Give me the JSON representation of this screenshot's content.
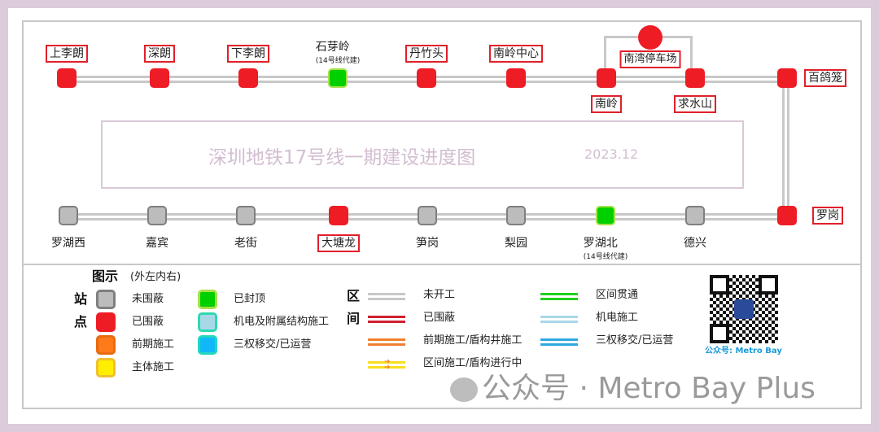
{
  "title": "深圳地铁17号线一期建设进度图",
  "date": "2023.12",
  "top_stations": [
    {
      "name": "上李朗",
      "status": "red",
      "boxed": true,
      "pos": "above"
    },
    {
      "name": "深朗",
      "status": "red",
      "boxed": true,
      "pos": "above"
    },
    {
      "name": "下李朗",
      "status": "red",
      "boxed": true,
      "pos": "above"
    },
    {
      "name": "石芽岭",
      "status": "green",
      "boxed": false,
      "pos": "above",
      "note": "(14号线代建)"
    },
    {
      "name": "丹竹头",
      "status": "red",
      "boxed": true,
      "pos": "above"
    },
    {
      "name": "南岭中心",
      "status": "red",
      "boxed": true,
      "pos": "above"
    },
    {
      "name": "南岭",
      "status": "red",
      "boxed": true,
      "pos": "below"
    },
    {
      "name": "求水山",
      "status": "red",
      "boxed": true,
      "pos": "below"
    },
    {
      "name": "百鸽笼",
      "status": "red",
      "boxed": true,
      "pos": "right"
    }
  ],
  "bottom_stations": [
    {
      "name": "罗湖西",
      "status": "grey",
      "boxed": false
    },
    {
      "name": "嘉宾",
      "status": "grey",
      "boxed": false
    },
    {
      "name": "老街",
      "status": "grey",
      "boxed": false
    },
    {
      "name": "大塘龙",
      "status": "red",
      "boxed": true
    },
    {
      "name": "笋岗",
      "status": "grey",
      "boxed": false
    },
    {
      "name": "梨园",
      "status": "grey",
      "boxed": false
    },
    {
      "name": "罗湖北",
      "status": "green",
      "boxed": false,
      "note": "(14号线代建)"
    },
    {
      "name": "德兴",
      "status": "grey",
      "boxed": false
    },
    {
      "name": "罗岗",
      "status": "red",
      "boxed": true,
      "pos": "right"
    }
  ],
  "depot": {
    "name": "南湾停车场",
    "color": "#ee1c25"
  },
  "legend": {
    "title": "图示",
    "subtitle": "(外左内右)",
    "station_label_1": "站",
    "station_label_2": "点",
    "section_label_1": "区",
    "section_label_2": "间",
    "stations": [
      {
        "label": "未围蔽",
        "fill": "#bcbcbc",
        "border": "#7f7f7f"
      },
      {
        "label": "已围蔽",
        "fill": "#ee1c25",
        "border": "#ee1c25"
      },
      {
        "label": "前期施工",
        "fill": "#ff7a1a",
        "border": "#e86a10"
      },
      {
        "label": "主体施工",
        "fill": "#ffee00",
        "border": "#f0c030"
      },
      {
        "label": "已封顶",
        "fill": "#00d000",
        "border": "#a8e04a"
      },
      {
        "label": "机电及附属结构施工",
        "fill": "#a8d8e8",
        "border": "#30d8b0"
      },
      {
        "label": "三权移交/已运营",
        "fill": "#10b8f8",
        "border": "#20d8c0"
      }
    ],
    "sections": [
      {
        "label": "未开工",
        "color": "#c8c8c8"
      },
      {
        "label": "已围蔽",
        "color": "#d02030"
      },
      {
        "label": "前期施工/盾构井施工",
        "color": "#f08030"
      },
      {
        "label": "区间施工/盾构进行中",
        "color": "#f8e020"
      },
      {
        "label": "区间贯通",
        "color": "#20d020"
      },
      {
        "label": "机电施工",
        "color": "#a8d8e8"
      },
      {
        "label": "三权移交/已运营",
        "color": "#30a8e0"
      }
    ]
  },
  "qr_caption": "公众号: Metro Bay",
  "watermark": "公众号 · Metro Bay Plus"
}
